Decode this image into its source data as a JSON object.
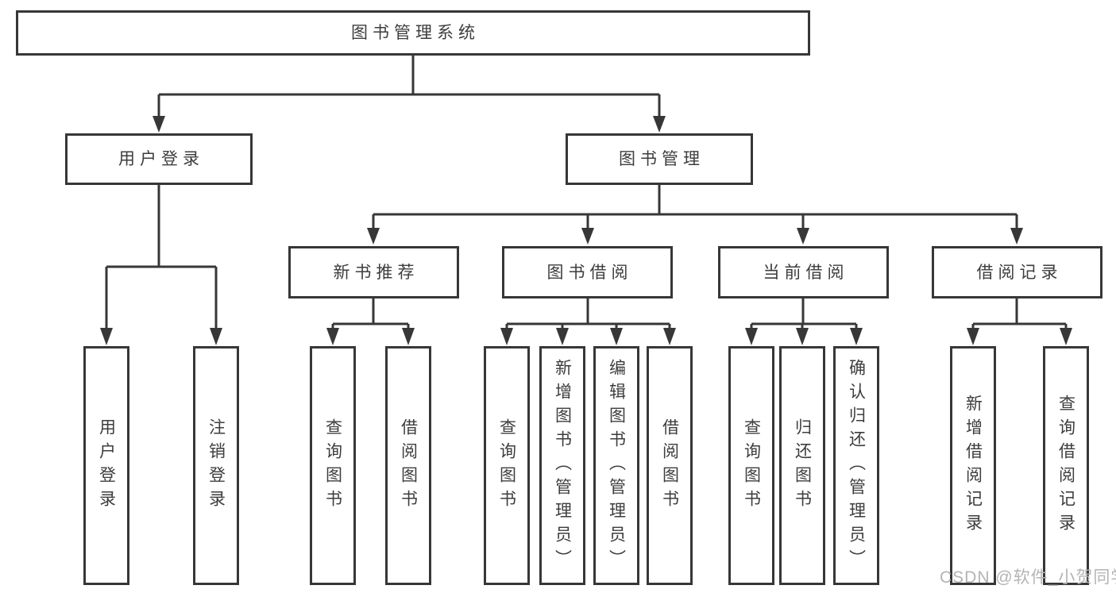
{
  "tree": {
    "root": {
      "label": "图书管理系统"
    },
    "branches": [
      {
        "label": "用户登录",
        "children": [
          {
            "label": "用户登录"
          },
          {
            "label": "注销登录"
          }
        ]
      },
      {
        "label": "图书管理",
        "children": [
          {
            "label": "新书推荐",
            "children": [
              {
                "label": "查询图书"
              },
              {
                "label": "借阅图书"
              }
            ]
          },
          {
            "label": "图书借阅",
            "children": [
              {
                "label": "查询图书"
              },
              {
                "label": "新增图书（管理员）"
              },
              {
                "label": "编辑图书（管理员）"
              },
              {
                "label": "借阅图书"
              }
            ]
          },
          {
            "label": "当前借阅",
            "children": [
              {
                "label": "查询图书"
              },
              {
                "label": "归还图书"
              },
              {
                "label": "确认归还（管理员）"
              }
            ]
          },
          {
            "label": "借阅记录",
            "children": [
              {
                "label": "新增借阅记录"
              },
              {
                "label": "查询借阅记录"
              }
            ]
          }
        ]
      }
    ]
  },
  "watermark": {
    "text": "CSDN @软件_小贺同学"
  },
  "colors": {
    "background": "#ffffff",
    "box_border": "#373737",
    "connector_line": "#373737",
    "text": "#3d3d3d",
    "watermark_text": "#b4b4b4"
  }
}
